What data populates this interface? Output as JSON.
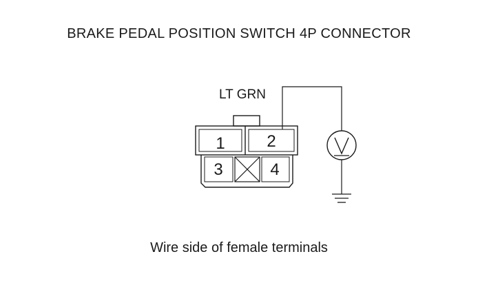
{
  "title": "BRAKE PEDAL POSITION SWITCH 4P CONNECTOR",
  "caption": "Wire side of female terminals",
  "wire": {
    "color_label": "LT GRN"
  },
  "terminals": {
    "t1": "1",
    "t2": "2",
    "t3": "3",
    "t4": "4"
  },
  "meter": {
    "symbol": "V"
  },
  "colors": {
    "line": "#1a1a1a",
    "background": "#ffffff"
  }
}
